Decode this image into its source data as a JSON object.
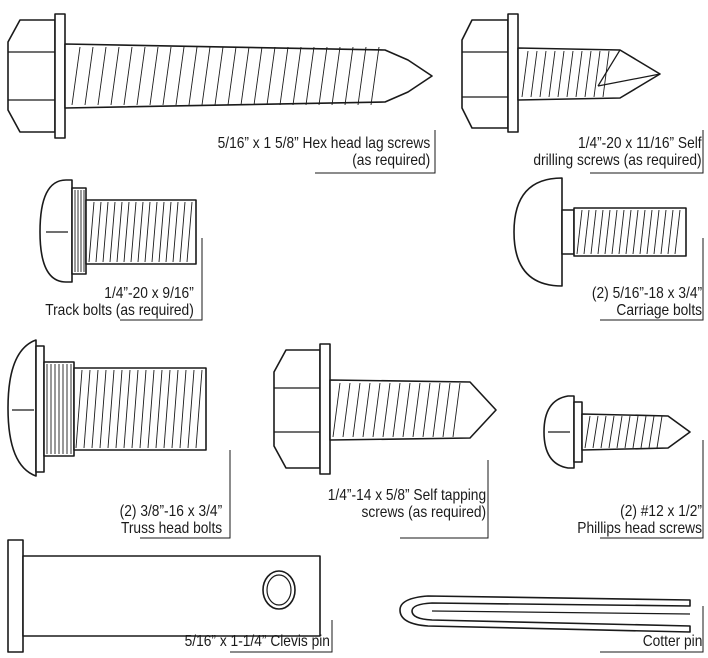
{
  "parts": [
    {
      "id": "hex-lag-screw",
      "icon": "hex-lag-screw-icon",
      "lines": [
        "5/16” x 1 5/8” Hex head lag screws",
        "(as required)"
      ]
    },
    {
      "id": "self-drilling-screw",
      "icon": "self-drilling-screw-icon",
      "lines": [
        "1/4”-20 x 11/16” Self",
        "drilling screws (as required)"
      ]
    },
    {
      "id": "track-bolt",
      "icon": "track-bolt-icon",
      "lines": [
        "1/4”-20 x 9/16”",
        "Track bolts (as required)"
      ]
    },
    {
      "id": "carriage-bolt",
      "icon": "carriage-bolt-icon",
      "lines": [
        "(2) 5/16”-18 x 3/4”",
        "Carriage bolts"
      ]
    },
    {
      "id": "truss-head-bolt",
      "icon": "truss-head-bolt-icon",
      "lines": [
        "(2) 3/8”-16 x 3/4”",
        "Truss head bolts"
      ]
    },
    {
      "id": "self-tapping-screw",
      "icon": "self-tapping-screw-icon",
      "lines": [
        "1/4”-14 x 5/8” Self tapping",
        "screws (as required)"
      ]
    },
    {
      "id": "phillips-head-screw",
      "icon": "phillips-head-screw-icon",
      "lines": [
        "(2) #12 x 1/2”",
        "Phillips head screws"
      ]
    },
    {
      "id": "clevis-pin",
      "icon": "clevis-pin-icon",
      "lines": [
        "5/16” x 1-1/4” Clevis pin"
      ]
    },
    {
      "id": "cotter-pin",
      "icon": "cotter-pin-icon",
      "lines": [
        "Cotter pin"
      ]
    }
  ]
}
